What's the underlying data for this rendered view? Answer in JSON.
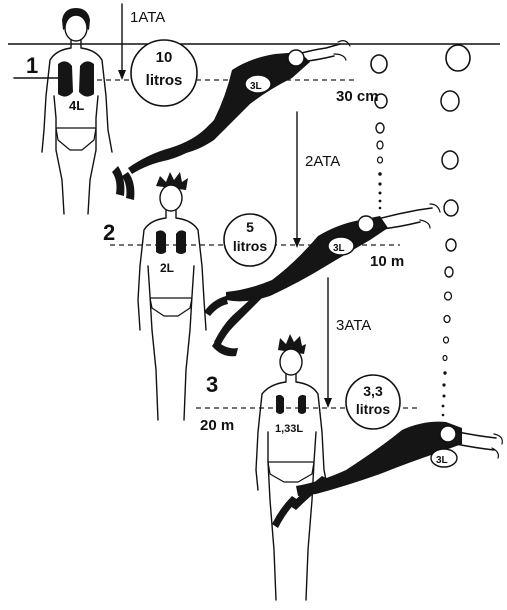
{
  "stages": [
    {
      "number": "1",
      "pressure": "1ATA",
      "volume_line1": "10",
      "volume_line2": "litros",
      "depth": "30 cm",
      "lung_label": "4L",
      "tank_label": "3L"
    },
    {
      "number": "2",
      "pressure": "2ATA",
      "volume_line1": "5",
      "volume_line2": "litros",
      "depth": "10 m",
      "lung_label": "2L",
      "tank_label": "3L"
    },
    {
      "number": "3",
      "pressure": "3ATA",
      "volume_line1": "3,3",
      "volume_line2": "litros",
      "depth": "20 m",
      "lung_label": "1,33L",
      "tank_label": "3L"
    }
  ]
}
